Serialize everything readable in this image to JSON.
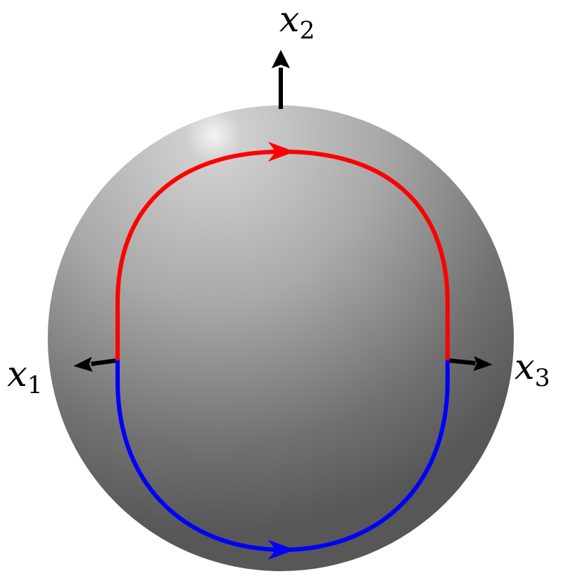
{
  "diagram": {
    "axes": [
      {
        "id": "x1",
        "base": "x",
        "subscript": "1"
      },
      {
        "id": "x2",
        "base": "x",
        "subscript": "2"
      },
      {
        "id": "x3",
        "base": "x",
        "subscript": "3"
      }
    ],
    "colors": {
      "sphere_light": "#f4f4f4",
      "sphere_mid": "#a9a9a9",
      "sphere_dark": "#575757",
      "upper_path": "#ff0000",
      "lower_path": "#0000ff",
      "arrow": "#000000"
    },
    "paths": [
      {
        "name": "upper-path",
        "color": "red",
        "direction": "left-to-right"
      },
      {
        "name": "lower-path",
        "color": "blue",
        "direction": "left-to-right"
      }
    ]
  }
}
